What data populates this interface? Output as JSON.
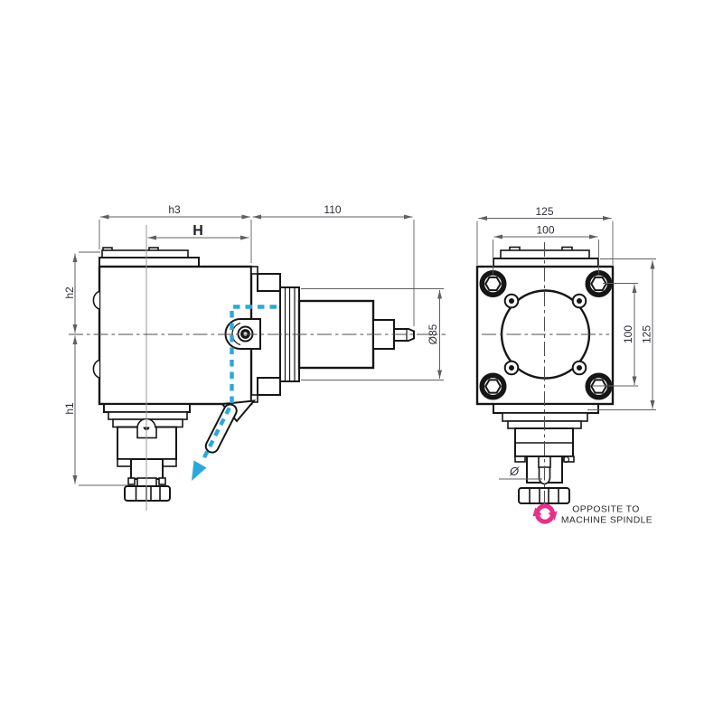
{
  "drawing": {
    "type": "technical-dimension-drawing",
    "side_view": {
      "label": "side view",
      "dimensions": {
        "h3": "h3",
        "H": "H",
        "length_110": "110",
        "diameter_85": "Ø85",
        "h2": "h2",
        "h1": "h1"
      }
    },
    "front_view": {
      "label": "front view",
      "dimensions": {
        "width_125": "125",
        "bolt_spacing_h_100": "100",
        "bolt_spacing_v_100": "100",
        "height_125": "125",
        "shank_diameter": "Ø"
      }
    },
    "annotation": {
      "line1": "OPPOSITE TO",
      "line2": "MACHINE SPINDLE"
    },
    "icons": {
      "rotation": "rotation-arrows-icon",
      "flow": "direction-arrow-icon"
    },
    "colors": {
      "line": "#161616",
      "dimension_line": "#5f5f5f",
      "dimension_text": "#2c2c38",
      "accent_blue": "#29a9dc",
      "accent_magenta": "#eb2e89",
      "background": "#ffffff"
    }
  }
}
